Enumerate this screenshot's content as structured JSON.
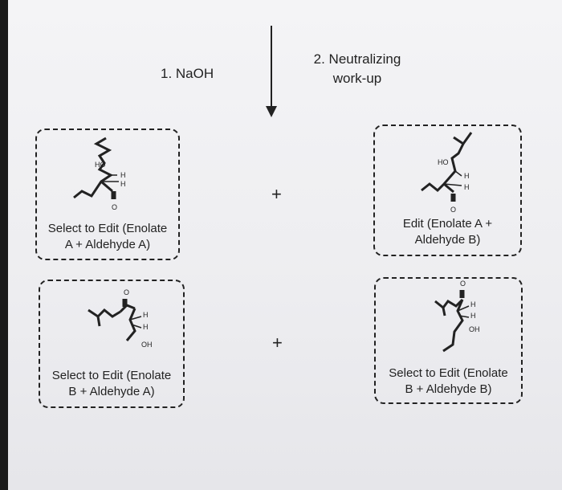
{
  "reaction": {
    "step1": "1. NaOH",
    "step2_line1": "2. Neutralizing",
    "step2_line2": "work-up",
    "plus": "+"
  },
  "boxes": [
    {
      "line1": "Select to Edit (Enolate",
      "line2": "A + Aldehyde A)"
    },
    {
      "line1": "Edit (Enolate A +",
      "line2": "Aldehyde B)"
    },
    {
      "line1": "Select to Edit (Enolate",
      "line2": "B + Aldehyde A)"
    },
    {
      "line1": "Select to Edit (Enolate",
      "line2": "B + Aldehyde B)"
    }
  ],
  "atoms": {
    "ho": "HO",
    "oh": "OH",
    "h": "H",
    "o": "O"
  }
}
